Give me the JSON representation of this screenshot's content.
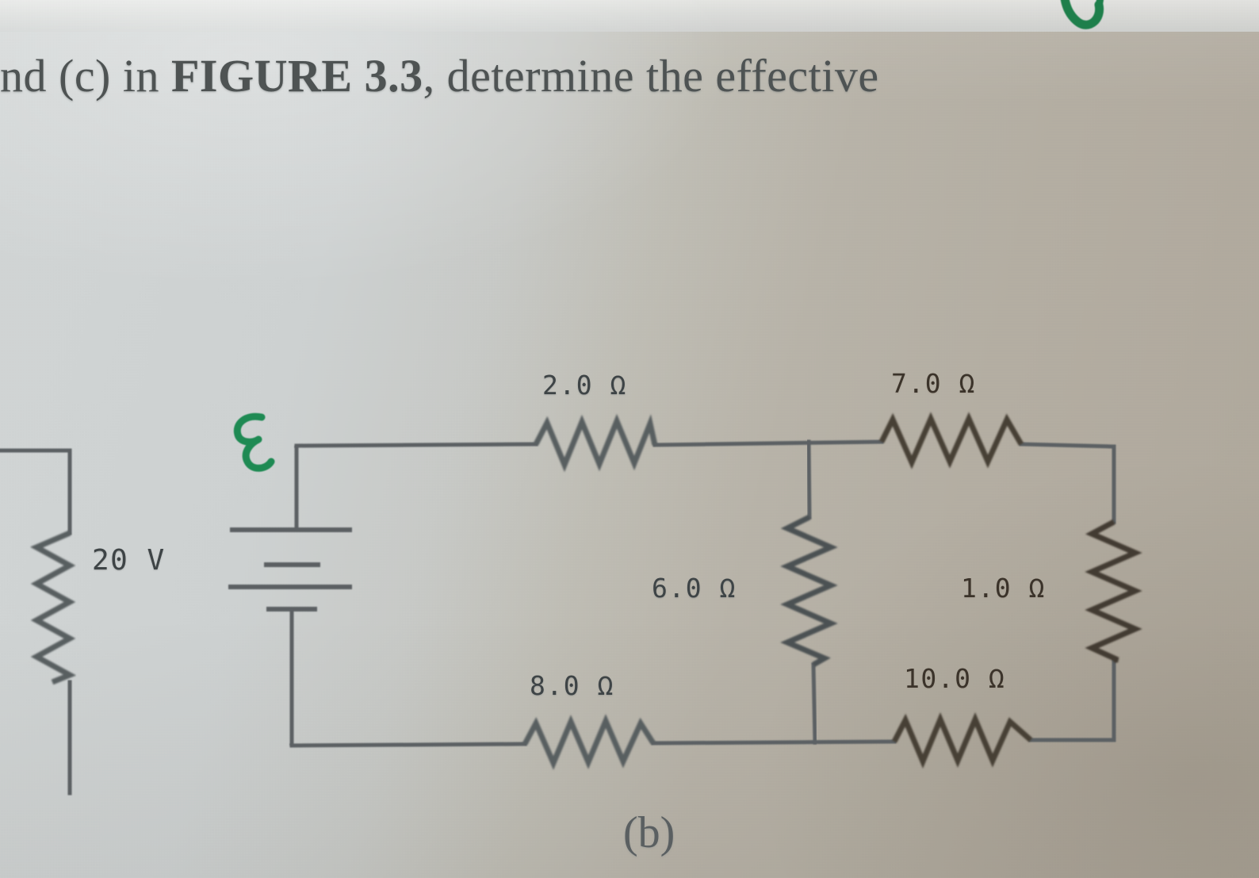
{
  "page": {
    "kind": "textbook-photo",
    "caption": "(b)",
    "background_left_color": "#ced2d2",
    "background_right_color": "#b1aa9e",
    "ink_color": "#3e4446",
    "annotation_ink_color": "#1e8a53"
  },
  "header": {
    "text_before": "nd (c) in ",
    "figure_ref": "FIGURE 3.3",
    "text_after": ", determine the effective"
  },
  "circuit": {
    "source": {
      "symbol_label": "ε",
      "adjacent_value_label": "20 V"
    },
    "resistors": [
      {
        "id": "r-2",
        "label": "2.0 Ω",
        "value": 2.0,
        "unit": "Ω",
        "orientation": "horizontal",
        "position": "top-left-branch"
      },
      {
        "id": "r-7",
        "label": "7.0 Ω",
        "value": 7.0,
        "unit": "Ω",
        "orientation": "horizontal",
        "position": "top-right-branch"
      },
      {
        "id": "r-6",
        "label": "6.0 Ω",
        "value": 6.0,
        "unit": "Ω",
        "orientation": "vertical",
        "position": "middle-rung"
      },
      {
        "id": "r-1",
        "label": "1.0 Ω",
        "value": 1.0,
        "unit": "Ω",
        "orientation": "vertical",
        "position": "right-rung"
      },
      {
        "id": "r-8",
        "label": "8.0 Ω",
        "value": 8.0,
        "unit": "Ω",
        "orientation": "horizontal",
        "position": "bottom-left-branch"
      },
      {
        "id": "r-10",
        "label": "10.0 Ω",
        "value": 10.0,
        "unit": "Ω",
        "orientation": "horizontal",
        "position": "bottom-right-branch"
      },
      {
        "id": "r-left-partial",
        "label": "20 V",
        "value": 20,
        "unit": "V",
        "orientation": "vertical",
        "position": "cropped-left-figure"
      }
    ]
  },
  "chart_data": {
    "type": "diagram",
    "title": "FIGURE 3.3 (b) — resistor network with EMF source",
    "nodes": [
      "battery-top",
      "node-A",
      "node-B",
      "node-C",
      "battery-bottom"
    ],
    "elements": [
      {
        "name": "2.0 Ω",
        "value": 2.0,
        "unit": "ohm",
        "between": [
          "battery-top",
          "node-A"
        ]
      },
      {
        "name": "7.0 Ω",
        "value": 7.0,
        "unit": "ohm",
        "between": [
          "node-A",
          "node-B"
        ]
      },
      {
        "name": "6.0 Ω",
        "value": 6.0,
        "unit": "ohm",
        "between": [
          "node-A",
          "node-C"
        ]
      },
      {
        "name": "1.0 Ω",
        "value": 1.0,
        "unit": "ohm",
        "between": [
          "node-B",
          "node-B-bottom"
        ]
      },
      {
        "name": "8.0 Ω",
        "value": 8.0,
        "unit": "ohm",
        "between": [
          "battery-bottom",
          "node-C"
        ]
      },
      {
        "name": "10.0 Ω",
        "value": 10.0,
        "unit": "ohm",
        "between": [
          "node-C",
          "node-B-bottom"
        ]
      },
      {
        "name": "ε",
        "value": null,
        "unit": "V",
        "between": [
          "battery-bottom",
          "battery-top"
        ]
      }
    ],
    "annotations": [
      "ε",
      "20 V"
    ]
  }
}
